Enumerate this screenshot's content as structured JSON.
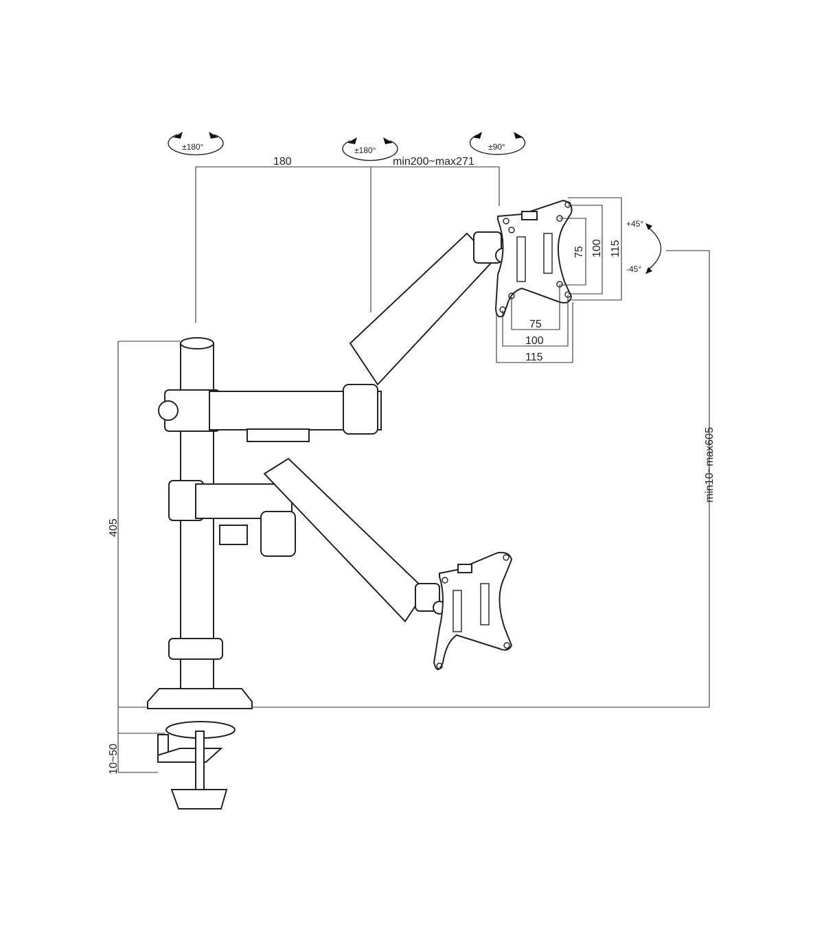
{
  "rotations": {
    "base_swivel": "±180°",
    "elbow_swivel": "±180°",
    "head_swivel": "±90°",
    "tilt_up": "+45°",
    "tilt_down": "-45°"
  },
  "dimensions": {
    "arm_lower_length": "180",
    "arm_upper_range": "min200~max271",
    "pole_height": "405",
    "clamp_range": "10~50",
    "height_range": "min10~max605",
    "vesa_v_75": "75",
    "vesa_v_100": "100",
    "vesa_v_115": "115",
    "vesa_h_75": "75",
    "vesa_h_100": "100",
    "vesa_h_115": "115"
  }
}
